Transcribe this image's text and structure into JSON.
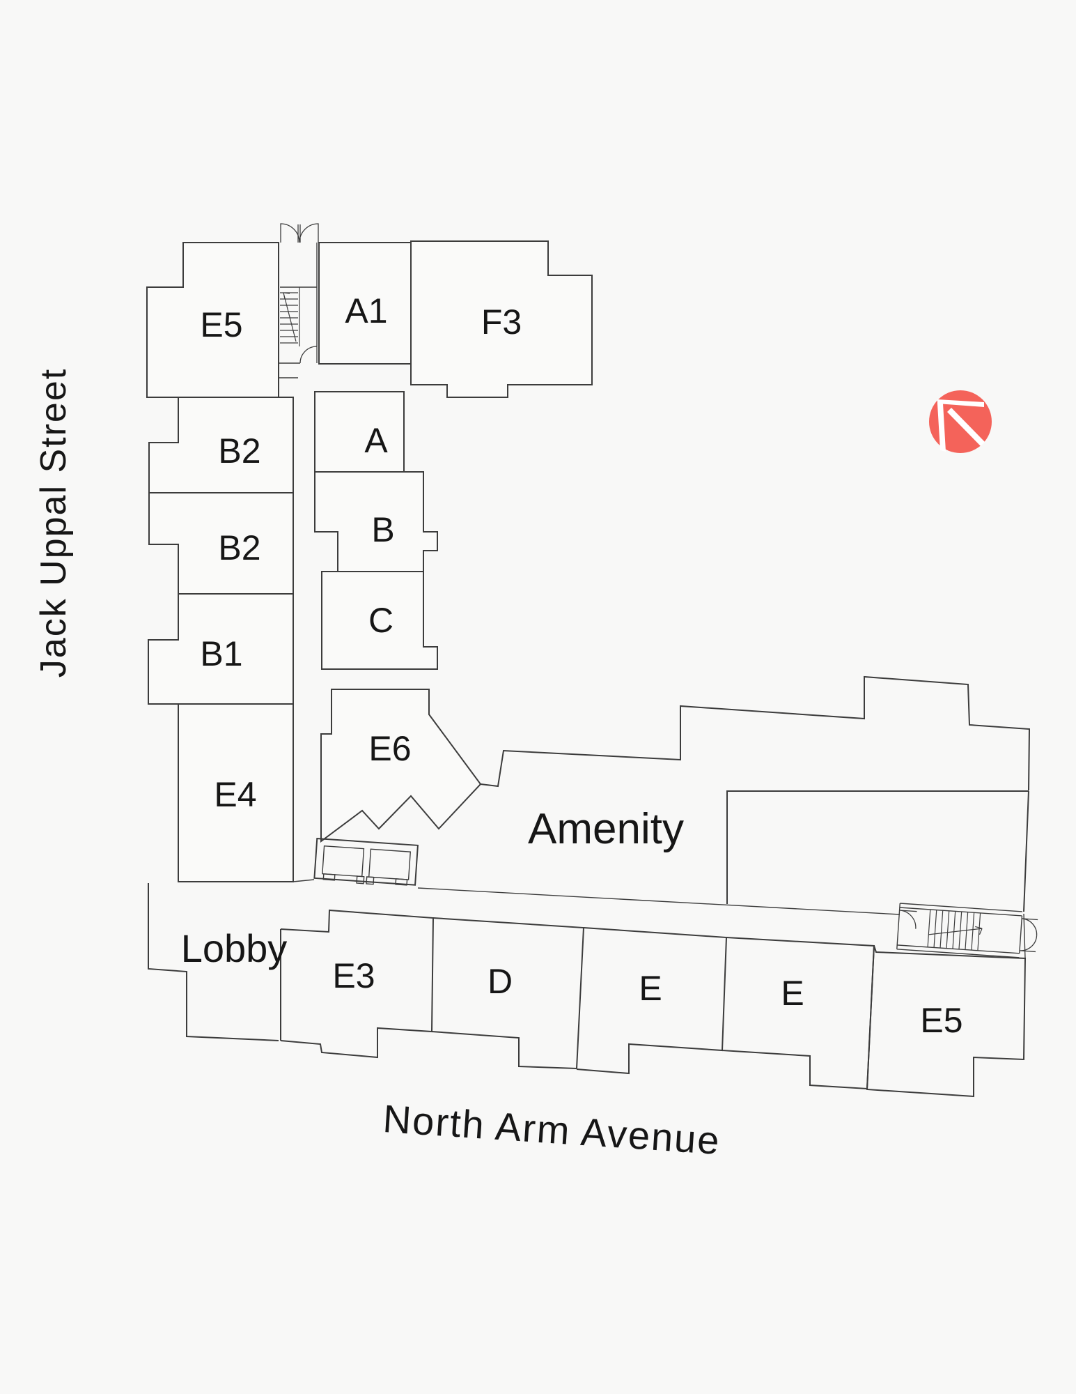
{
  "colors": {
    "background": "#f8f8f7",
    "line": "#3c3c3c",
    "text": "#161616",
    "logo": "#f4635a"
  },
  "streets": {
    "left": "Jack Uppal Street",
    "bottom": "North Arm Avenue"
  },
  "areas": {
    "amenity": "Amenity",
    "lobby": "Lobby"
  },
  "units": {
    "e5_top_left": "E5",
    "a1": "A1",
    "f3": "F3",
    "b2_upper": "B2",
    "b2_lower": "B2",
    "b1": "B1",
    "e4": "E4",
    "a": "A",
    "b": "B",
    "c": "C",
    "e6": "E6",
    "e3": "E3",
    "d": "D",
    "e_center": "E",
    "e_right": "E",
    "e5_bottom_right": "E5"
  },
  "icons": {
    "logo": "developer-logo-mark"
  }
}
